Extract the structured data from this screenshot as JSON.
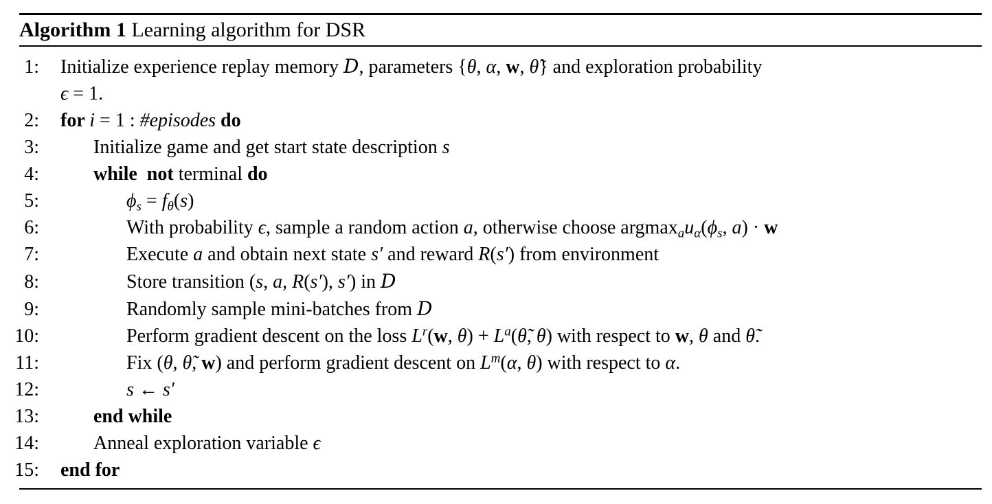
{
  "header": {
    "label": "Algorithm 1",
    "title": " Learning algorithm for DSR"
  },
  "colors": {
    "background": "#ffffff",
    "text": "#000000",
    "rule": "#000000"
  },
  "algorithm": {
    "lines": [
      {
        "num": "1:",
        "indent": 0,
        "segments": [
          {
            "t": "Initialize experience replay memory ",
            "s": "r"
          },
          {
            "t": "D",
            "s": "cal"
          },
          {
            "t": ", parameters {",
            "s": "r"
          },
          {
            "t": "θ",
            "s": "i"
          },
          {
            "t": ", ",
            "s": "r"
          },
          {
            "t": "α",
            "s": "i"
          },
          {
            "t": ", ",
            "s": "r"
          },
          {
            "t": "w",
            "s": "b"
          },
          {
            "t": ", ",
            "s": "r"
          },
          {
            "t": "θ̃",
            "s": "i"
          },
          {
            "t": "} and exploration probability",
            "s": "r"
          },
          {
            "br": true
          },
          {
            "t": "ϵ",
            "s": "i"
          },
          {
            "t": " = 1.",
            "s": "r"
          }
        ]
      },
      {
        "num": "2:",
        "indent": 0,
        "segments": [
          {
            "t": "for ",
            "s": "b"
          },
          {
            "t": "i",
            "s": "i"
          },
          {
            "t": " = 1 : ",
            "s": "r"
          },
          {
            "t": "#episodes",
            "s": "i"
          },
          {
            "t": " do",
            "s": "b"
          }
        ]
      },
      {
        "num": "3:",
        "indent": 1,
        "segments": [
          {
            "t": "Initialize game and get start state description ",
            "s": "r"
          },
          {
            "t": "s",
            "s": "i"
          }
        ]
      },
      {
        "num": "4:",
        "indent": 1,
        "segments": [
          {
            "t": "while",
            "s": "b"
          },
          {
            "t": "  ",
            "s": "r"
          },
          {
            "t": "not",
            "s": "b"
          },
          {
            "t": " terminal ",
            "s": "r"
          },
          {
            "t": "do",
            "s": "b"
          }
        ]
      },
      {
        "num": "5:",
        "indent": 2,
        "segments": [
          {
            "t": "ϕ",
            "s": "i"
          },
          {
            "t": "s",
            "s": "i",
            "v": "sub"
          },
          {
            "t": " = ",
            "s": "r"
          },
          {
            "t": "f",
            "s": "i"
          },
          {
            "t": "θ",
            "s": "i",
            "v": "sub"
          },
          {
            "t": "(",
            "s": "r"
          },
          {
            "t": "s",
            "s": "i"
          },
          {
            "t": ")",
            "s": "r"
          }
        ]
      },
      {
        "num": "6:",
        "indent": 2,
        "segments": [
          {
            "t": "With probability ",
            "s": "r"
          },
          {
            "t": "ϵ",
            "s": "i"
          },
          {
            "t": ", sample a random action ",
            "s": "r"
          },
          {
            "t": "a",
            "s": "i"
          },
          {
            "t": ", otherwise choose argmax",
            "s": "r"
          },
          {
            "t": "a",
            "s": "i",
            "v": "sub"
          },
          {
            "t": "u",
            "s": "i"
          },
          {
            "t": "α",
            "s": "i",
            "v": "sub"
          },
          {
            "t": "(",
            "s": "r"
          },
          {
            "t": "ϕ",
            "s": "i"
          },
          {
            "t": "s",
            "s": "i",
            "v": "sub"
          },
          {
            "t": ", ",
            "s": "r"
          },
          {
            "t": "a",
            "s": "i"
          },
          {
            "t": ") · ",
            "s": "r"
          },
          {
            "t": "w",
            "s": "b"
          }
        ]
      },
      {
        "num": "7:",
        "indent": 2,
        "segments": [
          {
            "t": "Execute ",
            "s": "r"
          },
          {
            "t": "a",
            "s": "i"
          },
          {
            "t": " and obtain next state ",
            "s": "r"
          },
          {
            "t": "s′",
            "s": "i"
          },
          {
            "t": " and reward ",
            "s": "r"
          },
          {
            "t": "R",
            "s": "i"
          },
          {
            "t": "(",
            "s": "r"
          },
          {
            "t": "s′",
            "s": "i"
          },
          {
            "t": ") from environment",
            "s": "r"
          }
        ]
      },
      {
        "num": "8:",
        "indent": 2,
        "segments": [
          {
            "t": "Store transition (",
            "s": "r"
          },
          {
            "t": "s",
            "s": "i"
          },
          {
            "t": ", ",
            "s": "r"
          },
          {
            "t": "a",
            "s": "i"
          },
          {
            "t": ", ",
            "s": "r"
          },
          {
            "t": "R",
            "s": "i"
          },
          {
            "t": "(",
            "s": "r"
          },
          {
            "t": "s′",
            "s": "i"
          },
          {
            "t": "), ",
            "s": "r"
          },
          {
            "t": "s′",
            "s": "i"
          },
          {
            "t": ") in ",
            "s": "r"
          },
          {
            "t": "D",
            "s": "cal"
          }
        ]
      },
      {
        "num": "9:",
        "indent": 2,
        "segments": [
          {
            "t": "Randomly sample mini-batches from ",
            "s": "r"
          },
          {
            "t": "D",
            "s": "cal"
          }
        ]
      },
      {
        "num": "10:",
        "indent": 2,
        "segments": [
          {
            "t": "Perform gradient descent on the loss ",
            "s": "r"
          },
          {
            "t": "L",
            "s": "i"
          },
          {
            "t": "r",
            "s": "i",
            "v": "sup"
          },
          {
            "t": "(",
            "s": "r"
          },
          {
            "t": "w",
            "s": "b"
          },
          {
            "t": ", ",
            "s": "r"
          },
          {
            "t": "θ",
            "s": "i"
          },
          {
            "t": ") + ",
            "s": "r"
          },
          {
            "t": "L",
            "s": "i"
          },
          {
            "t": "a",
            "s": "i",
            "v": "sup"
          },
          {
            "t": "(",
            "s": "r"
          },
          {
            "t": "θ̃",
            "s": "i"
          },
          {
            "t": ", ",
            "s": "r"
          },
          {
            "t": "θ",
            "s": "i"
          },
          {
            "t": ") with respect to ",
            "s": "r"
          },
          {
            "t": "w",
            "s": "b"
          },
          {
            "t": ", ",
            "s": "r"
          },
          {
            "t": "θ",
            "s": "i"
          },
          {
            "t": " and ",
            "s": "r"
          },
          {
            "t": "θ̃",
            "s": "i"
          },
          {
            "t": ".",
            "s": "r"
          }
        ]
      },
      {
        "num": "11:",
        "indent": 2,
        "segments": [
          {
            "t": "Fix (",
            "s": "r"
          },
          {
            "t": "θ",
            "s": "i"
          },
          {
            "t": ", ",
            "s": "r"
          },
          {
            "t": "θ̃",
            "s": "i"
          },
          {
            "t": ", ",
            "s": "r"
          },
          {
            "t": "w",
            "s": "b"
          },
          {
            "t": ") and perform gradient descent on ",
            "s": "r"
          },
          {
            "t": "L",
            "s": "i"
          },
          {
            "t": "m",
            "s": "i",
            "v": "sup"
          },
          {
            "t": "(",
            "s": "r"
          },
          {
            "t": "α",
            "s": "i"
          },
          {
            "t": ", ",
            "s": "r"
          },
          {
            "t": "θ",
            "s": "i"
          },
          {
            "t": ") with respect to ",
            "s": "r"
          },
          {
            "t": "α",
            "s": "i"
          },
          {
            "t": ".",
            "s": "r"
          }
        ]
      },
      {
        "num": "12:",
        "indent": 2,
        "segments": [
          {
            "t": "s",
            "s": "i"
          },
          {
            "t": " ← ",
            "s": "r"
          },
          {
            "t": "s′",
            "s": "i"
          }
        ]
      },
      {
        "num": "13:",
        "indent": 1,
        "segments": [
          {
            "t": "end while",
            "s": "b"
          }
        ]
      },
      {
        "num": "14:",
        "indent": 1,
        "segments": [
          {
            "t": "Anneal exploration variable ",
            "s": "r"
          },
          {
            "t": "ϵ",
            "s": "i"
          }
        ]
      },
      {
        "num": "15:",
        "indent": 0,
        "segments": [
          {
            "t": "end for",
            "s": "b"
          }
        ]
      }
    ]
  }
}
